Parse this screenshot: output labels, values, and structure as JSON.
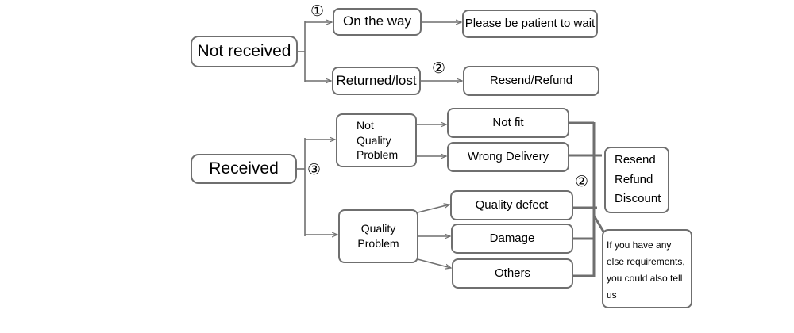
{
  "nodes": {
    "not_received": "Not received",
    "on_the_way": "On the way",
    "please_wait": "Please be patient to wait",
    "returned_lost": "Returned/lost",
    "resend_refund": "Resend/Refund",
    "received": "Received",
    "not_quality_problem": [
      "Not",
      "Quality",
      "Problem"
    ],
    "not_fit": "Not fit",
    "wrong_delivery": "Wrong Delivery",
    "quality_problem": [
      "Quality",
      "Problem"
    ],
    "quality_defect": "Quality defect",
    "damage": "Damage",
    "others": "Others",
    "resolutions": [
      "Resend",
      "Refund",
      "Discount"
    ],
    "extra_requirements": [
      "If you have any",
      "else requirements,",
      "you could also tell",
      "us"
    ]
  },
  "badges": {
    "one": "①",
    "two_top": "②",
    "three": "③",
    "two_bottom": "②"
  },
  "colors": {
    "line": "#6f6f6f",
    "border": "#6f6f6f"
  }
}
